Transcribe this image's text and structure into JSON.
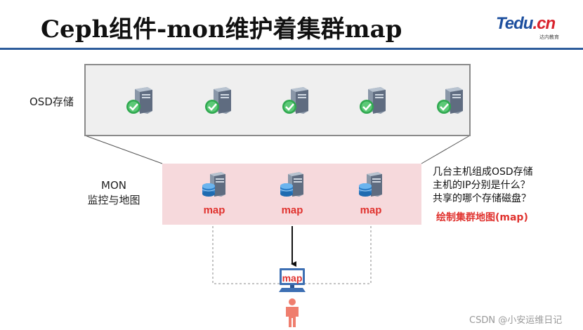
{
  "slide": {
    "title": "Ceph组件-mon维护着集群map"
  },
  "logo": {
    "main_a": "Tedu",
    "main_b": ".cn",
    "sub": "达内教育"
  },
  "osd": {
    "label": "OSD存储",
    "server_count": 5,
    "icon": "storage-server-icon"
  },
  "mon": {
    "label_line1": "MON",
    "label_line2": "监控与地图",
    "nodes": [
      {
        "map_label": "map"
      },
      {
        "map_label": "map"
      },
      {
        "map_label": "map"
      }
    ],
    "icon": "mon-server-icon"
  },
  "client": {
    "map_label": "map",
    "icon": "computer-icon",
    "user_icon": "user-icon"
  },
  "side_note": {
    "line1": "几台主机组成OSD存储",
    "line2": "主机的IP分别是什么？",
    "line3": "共享的哪个存储磁盘？",
    "highlight": "绘制集群地图(map)"
  },
  "watermark": "CSDN @小安运维日记",
  "colors": {
    "title_rule": "#2d5c9b",
    "mon_bg": "#f6d9dc",
    "osd_bg": "#efefef",
    "accent_red": "#e0332f",
    "user_red": "#ef7e6e"
  }
}
